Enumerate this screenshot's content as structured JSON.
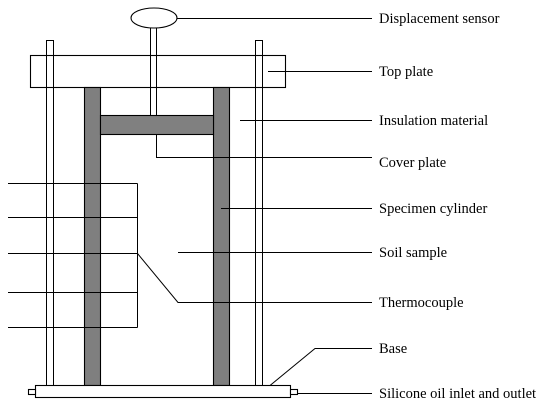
{
  "labels": {
    "displacement_sensor": "Displacement sensor",
    "top_plate": "Top plate",
    "insulation_material": "Insulation material",
    "cover_plate": "Cover plate",
    "specimen_cylinder": "Specimen cylinder",
    "soil_sample": "Soil sample",
    "thermocouple": "Thermocouple",
    "base": "Base",
    "silicone_oil": "Silicone oil inlet and outlet"
  },
  "colors": {
    "background": "#ffffff",
    "line": "#000000",
    "wall_fill": "#7f7f7f",
    "cover_fill": "#808080",
    "plate_fill": "#ffffff"
  }
}
